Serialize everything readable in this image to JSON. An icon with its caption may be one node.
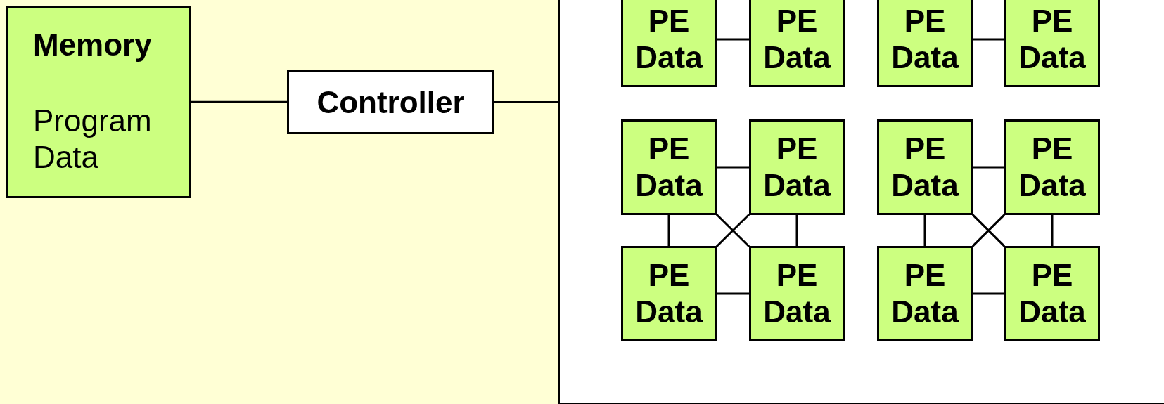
{
  "diagram": {
    "nodes": [
      {
        "text": [
          "Memory",
          "Program Data"
        ]
      },
      {
        "text": [
          "Controller"
        ]
      },
      {
        "text": [],
        "shape": "box"
      },
      {
        "text": [
          "PE Data"
        ],
        "in": 2
      },
      {
        "text": [
          "PE Data"
        ],
        "in": 2
      },
      {
        "text": [
          "PE Data"
        ],
        "in": 2
      },
      {
        "text": [
          "PE Data"
        ],
        "in": 2
      },
      {
        "text": [
          "PE Data"
        ],
        "in": 2
      },
      {
        "text": [
          "PE Data"
        ],
        "in": 2
      },
      {
        "text": [
          "PE Data"
        ],
        "in": 2
      },
      {
        "text": [
          "PE Data"
        ],
        "in": 2
      },
      {
        "text": [
          "PE Data"
        ],
        "in": 2
      },
      {
        "text": [
          "PE Data"
        ],
        "in": 2
      },
      {
        "text": [
          "PE Data"
        ],
        "in": 2
      },
      {
        "text": [
          "PE Data"
        ],
        "in": 2
      }
    ],
    "edges": [
      {
        "from": 0,
        "to": 1,
        "arrow": "none"
      },
      {
        "from": 1,
        "to": 2,
        "arrow": "none"
      },
      {
        "from": 3,
        "to": 4,
        "arrow": "none"
      },
      {
        "from": 5,
        "to": 6,
        "arrow": "none"
      },
      {
        "from": 7,
        "to": 8,
        "arrow": "none"
      },
      {
        "from": 9,
        "to": 10,
        "arrow": "none"
      },
      {
        "from": 7,
        "to": 11,
        "arrow": "none"
      },
      {
        "from": 8,
        "to": 12,
        "arrow": "none"
      },
      {
        "from": 8,
        "to": 11,
        "arrow": "none"
      },
      {
        "from": 7,
        "to": 12,
        "arrow": "none"
      },
      {
        "from": 9,
        "to": 13,
        "arrow": "none"
      },
      {
        "from": 10,
        "to": 14,
        "arrow": "none"
      },
      {
        "from": 10,
        "to": 13,
        "arrow": "none"
      },
      {
        "from": 9,
        "to": 14,
        "arrow": "none"
      },
      {
        "from": 11,
        "to": 12,
        "arrow": "none"
      },
      {
        "from": 13,
        "to": 14,
        "arrow": "none"
      }
    ]
  }
}
